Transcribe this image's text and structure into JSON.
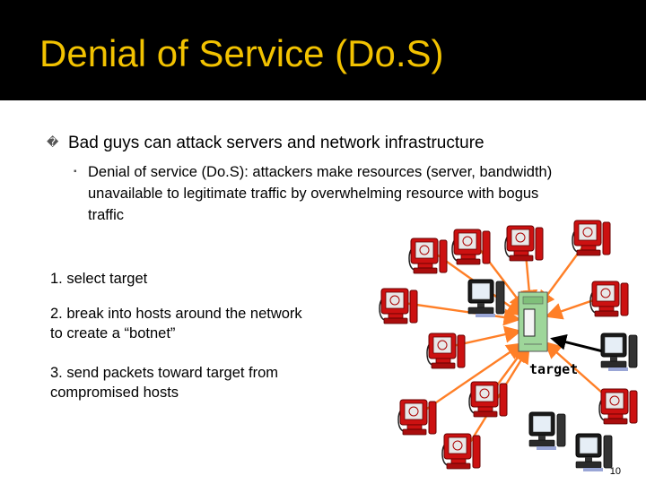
{
  "slide": {
    "title": "Denial of Service (Do.S)",
    "bullet_marker": "�",
    "bullet": "Bad guys can attack servers and network infrastructure",
    "sub_bullet_marker": "▪",
    "sub_bullet": "Denial of service (Do.S): attackers make resources (server, bandwidth) unavailable to legitimate traffic by overwhelming resource with bogus traffic",
    "steps": [
      "1. select target",
      "2. break into hosts around the network to create a “botnet”",
      "3. send packets toward target from compromised hosts"
    ],
    "target_label": "target",
    "page_number": "10"
  },
  "colors": {
    "title_bar": "#000000",
    "title_text": "#f2c200",
    "arrow": "#ff7f27",
    "bot_host": "#cc1111",
    "legit_host": "#1a1a1a",
    "server": "#9ed69a"
  },
  "diagram": {
    "server_icon": "server-tower-icon",
    "bot_icon": "compromised-host-icon",
    "legit_icon": "host-computer-icon",
    "compromised_hosts": 11,
    "uncompromised_hosts": 4
  }
}
